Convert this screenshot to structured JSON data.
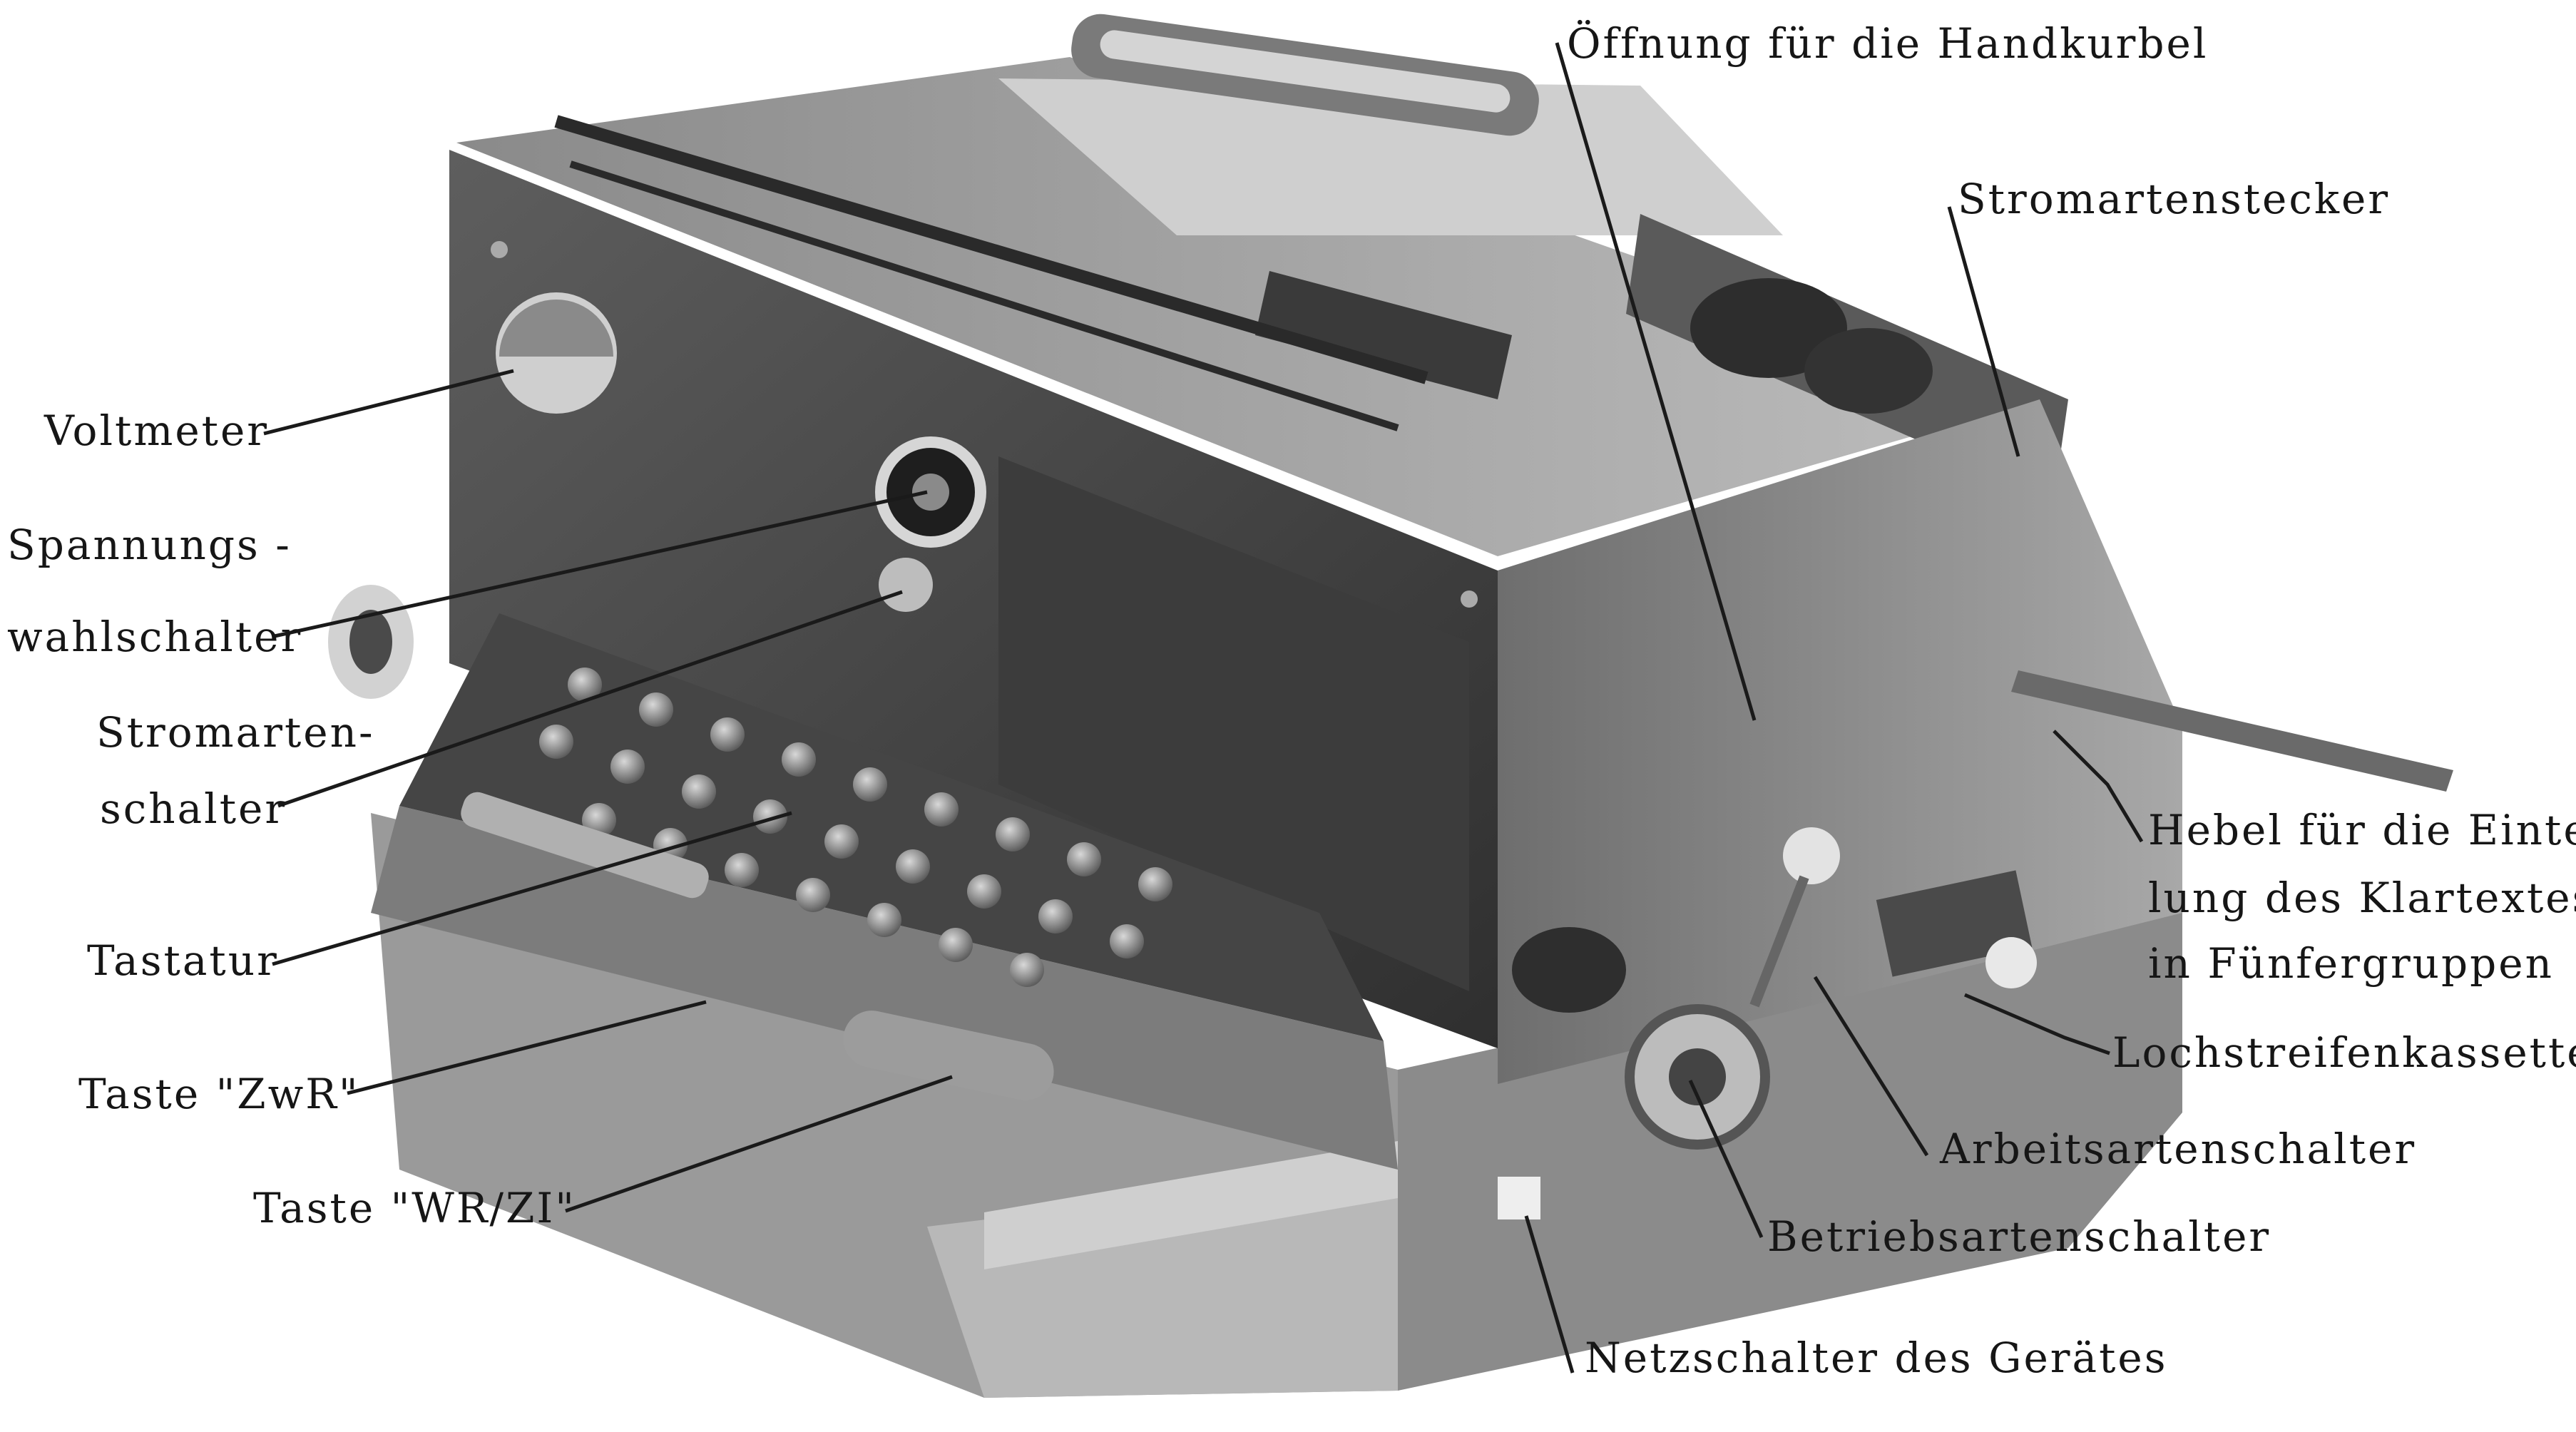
{
  "figure": {
    "photo_subject": "electric cipher teleprinter machine",
    "labels": {
      "voltmeter": "Voltmeter",
      "spannungs_1": "Spannungs -",
      "spannungs_2": "wahlschalter",
      "stromarten_1": "Stromarten-",
      "stromarten_2": "schalter",
      "tastatur": "Tastatur",
      "taste_zwr": "Taste \"ZwR\"",
      "taste_wrzi": "Taste \"WR/ZI\"",
      "handkurbel": "Öffnung für die Handkurbel",
      "stromartenstecker": "Stromartenstecker",
      "hebel_1": "Hebel für die Eintei-",
      "hebel_2": "lung des Klartextes",
      "hebel_3": "in Fünfergruppen",
      "lochstreifen": "Lochstreifenkassette",
      "arbeitsarten": "Arbeitsartenschalter",
      "betriebsarten": "Betriebsartenschalter",
      "netzschalter": "Netzschalter des Gerätes"
    }
  }
}
